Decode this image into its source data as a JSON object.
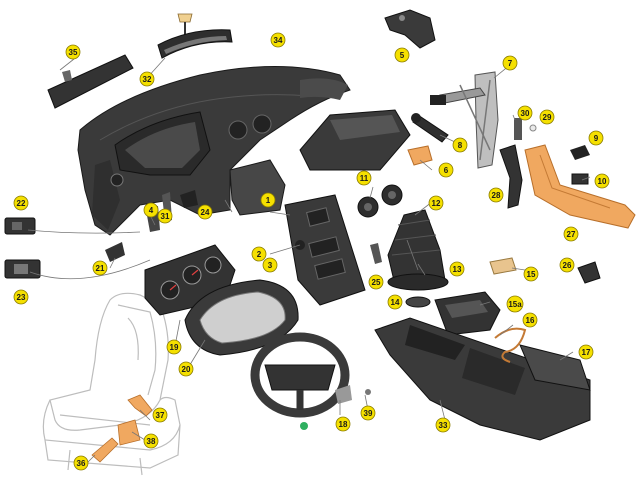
{
  "diagram": {
    "colors": {
      "callout": "#f5e000",
      "callout_stroke": "#8a7c00",
      "part_dark": "#3a3a3a",
      "part_mid": "#5a5a5a",
      "part_light": "#8a8a8a",
      "accent_orange": "#f0a860",
      "leader": "#666666",
      "ghost_line": "#bdbdbd"
    },
    "callouts": [
      {
        "num": "1"
      },
      {
        "num": "2"
      },
      {
        "num": "3"
      },
      {
        "num": "4"
      },
      {
        "num": "5"
      },
      {
        "num": "6"
      },
      {
        "num": "7"
      },
      {
        "num": "8"
      },
      {
        "num": "9"
      },
      {
        "num": "10"
      },
      {
        "num": "11"
      },
      {
        "num": "12"
      },
      {
        "num": "13"
      },
      {
        "num": "14"
      },
      {
        "num": "15"
      },
      {
        "num": "15a"
      },
      {
        "num": "16"
      },
      {
        "num": "17"
      },
      {
        "num": "18"
      },
      {
        "num": "19"
      },
      {
        "num": "20"
      },
      {
        "num": "21"
      },
      {
        "num": "22"
      },
      {
        "num": "23"
      },
      {
        "num": "24"
      },
      {
        "num": "25"
      },
      {
        "num": "26"
      },
      {
        "num": "27"
      },
      {
        "num": "28"
      },
      {
        "num": "29"
      },
      {
        "num": "30"
      },
      {
        "num": "31"
      },
      {
        "num": "32"
      },
      {
        "num": "33"
      },
      {
        "num": "34"
      },
      {
        "num": "35"
      },
      {
        "num": "36"
      },
      {
        "num": "37"
      },
      {
        "num": "38"
      },
      {
        "num": "39"
      }
    ]
  }
}
